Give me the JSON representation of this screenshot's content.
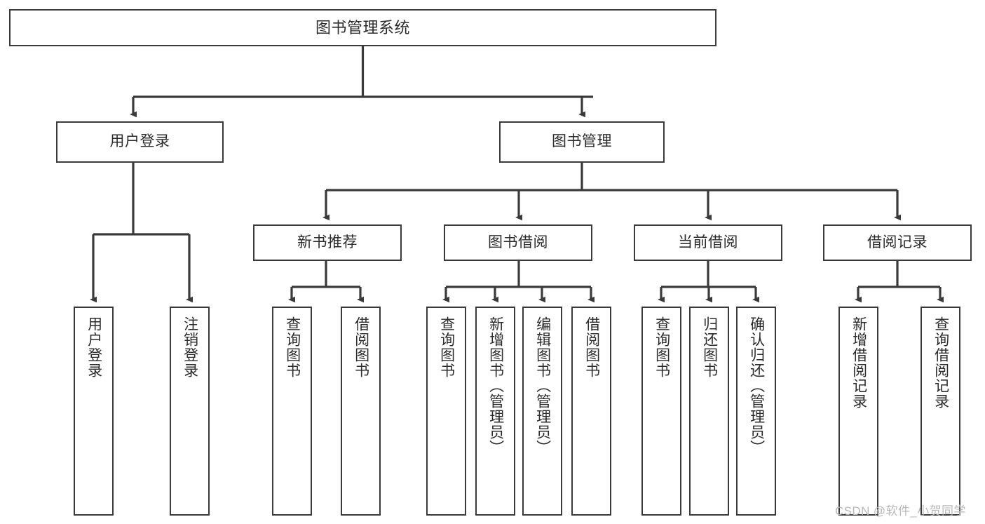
{
  "diagram": {
    "type": "tree-hierarchy",
    "title": "图书管理系统",
    "watermark": "CSDN @软件_小贺同学",
    "colors": {
      "background": "#ffffff",
      "box_border": "#3a3a3a",
      "box_fill": "#ffffff",
      "connector": "#3a3a3a",
      "text": "#2b2b2b",
      "watermark": "#b8b8b8"
    },
    "nodes": {
      "root": {
        "label": "图书管理系统",
        "orientation": "horizontal"
      },
      "level1": [
        {
          "label": "用户登录",
          "orientation": "horizontal"
        },
        {
          "label": "图书管理",
          "orientation": "horizontal"
        }
      ],
      "level2": [
        {
          "label": "新书推荐",
          "orientation": "horizontal"
        },
        {
          "label": "图书借阅",
          "orientation": "horizontal"
        },
        {
          "label": "当前借阅",
          "orientation": "horizontal"
        },
        {
          "label": "借阅记录",
          "orientation": "horizontal"
        }
      ],
      "leaves_user_login": [
        {
          "label": "用户登录",
          "orientation": "vertical"
        },
        {
          "label": "注销登录",
          "orientation": "vertical"
        }
      ],
      "leaves_new_book": [
        {
          "label": "查询图书",
          "orientation": "vertical"
        },
        {
          "label": "借阅图书",
          "orientation": "vertical"
        }
      ],
      "leaves_borrow": [
        {
          "label": "查询图书",
          "orientation": "vertical"
        },
        {
          "label": "新增图书（管理员）",
          "orientation": "vertical"
        },
        {
          "label": "编辑图书（管理员）",
          "orientation": "vertical"
        },
        {
          "label": "借阅图书",
          "orientation": "vertical"
        }
      ],
      "leaves_current": [
        {
          "label": "查询图书",
          "orientation": "vertical"
        },
        {
          "label": "归还图书",
          "orientation": "vertical"
        },
        {
          "label": "确认归还（管理员）",
          "orientation": "vertical"
        }
      ],
      "leaves_records": [
        {
          "label": "新增借阅记录",
          "orientation": "vertical"
        },
        {
          "label": "查询借阅记录",
          "orientation": "vertical"
        }
      ]
    }
  }
}
